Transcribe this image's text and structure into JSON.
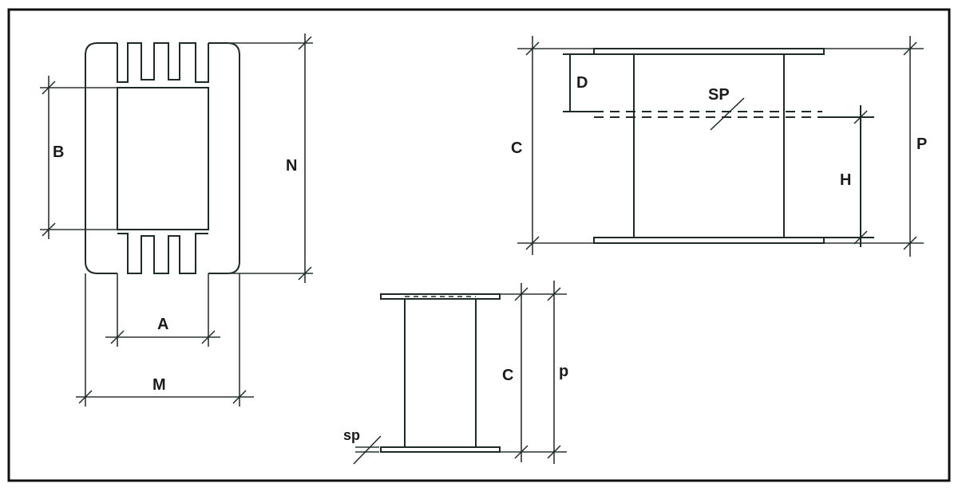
{
  "figure": {
    "core_view": {
      "labels": {
        "B": "B",
        "N": "N",
        "A": "A",
        "M": "M"
      }
    },
    "bobbin_side_view": {
      "labels": {
        "D": "D",
        "SP": "SP",
        "C": "C",
        "H": "H",
        "P": "P"
      }
    },
    "bobbin_small_view": {
      "labels": {
        "C": "C",
        "p": "p",
        "sp": "sp"
      }
    }
  },
  "colors": {
    "line": "#1e2a28",
    "frame": "#111111",
    "background": "#ffffff"
  }
}
